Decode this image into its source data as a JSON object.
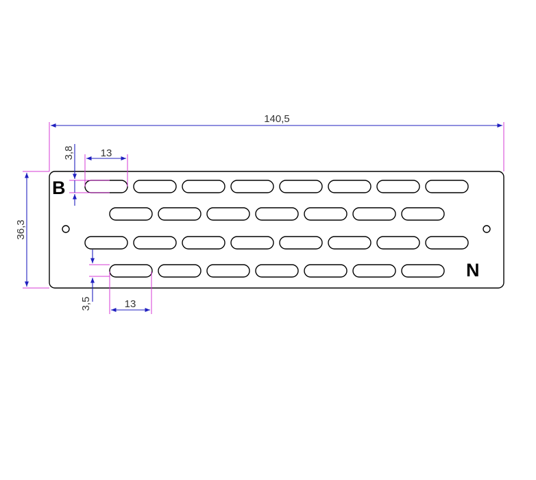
{
  "labels": {
    "overall_width": "140,5",
    "overall_height": "36,3",
    "slot_length_top": "13",
    "slot_length_bottom": "13",
    "slot_height": "3,8",
    "row_offset": "3,5",
    "corner_left": "B",
    "corner_right": "N"
  },
  "colors": {
    "outline": "#000000",
    "dimension_line": "#1f1fbf",
    "extension_line": "#d63ad6"
  },
  "slot_rows": [
    {
      "row": "row-1",
      "count": 8
    },
    {
      "row": "row-2",
      "count": 7
    },
    {
      "row": "row-3",
      "count": 8
    },
    {
      "row": "row-4",
      "count": 7
    }
  ]
}
